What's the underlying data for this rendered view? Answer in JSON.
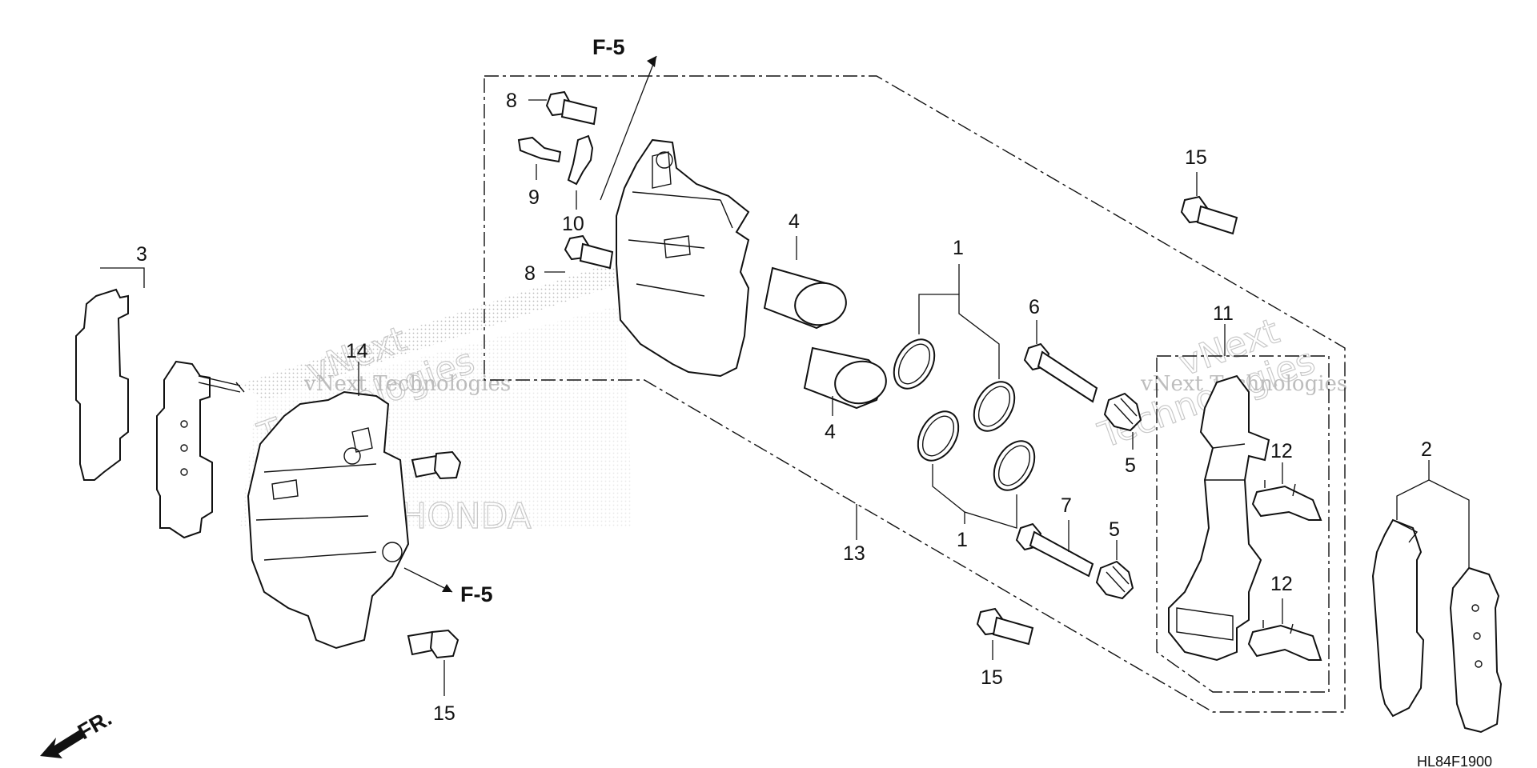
{
  "callouts": {
    "c1a": "1",
    "c1b": "1",
    "c2": "2",
    "c3": "3",
    "c4a": "4",
    "c4b": "4",
    "c5a": "5",
    "c5b": "5",
    "c6": "6",
    "c7": "7",
    "c8a": "8",
    "c8b": "8",
    "c9": "9",
    "c10": "10",
    "c11": "11",
    "c12a": "12",
    "c12b": "12",
    "c13": "13",
    "c14": "14",
    "c15a": "15",
    "c15b": "15",
    "c15c": "15"
  },
  "references": {
    "top": "F-5",
    "bottom": "F-5"
  },
  "front_marker": "FR.",
  "diagram_code": "HL84F1900",
  "watermarks": {
    "brand": "vNext Technologies",
    "brand_outline_1": "vNext",
    "brand_outline_2": "Technologies",
    "logo_text": "HONDA"
  }
}
